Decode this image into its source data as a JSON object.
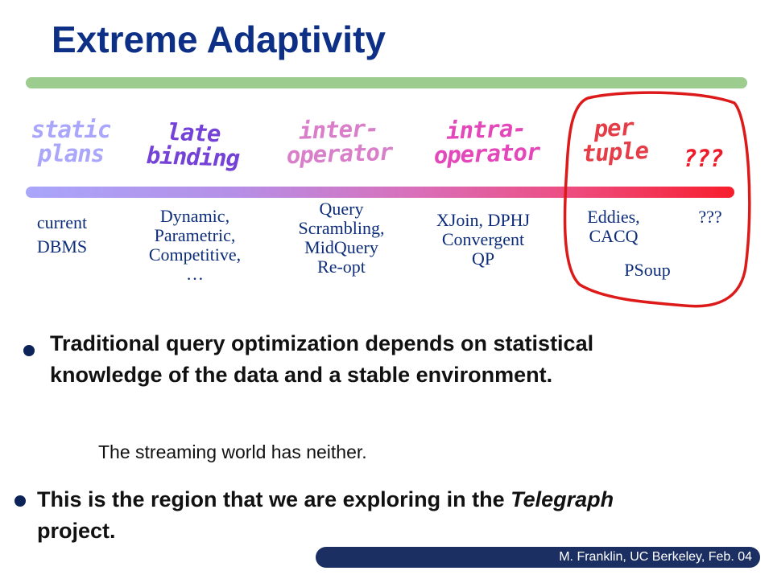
{
  "title": "Extreme Adaptivity",
  "categories": [
    {
      "label": "static\nplans",
      "color": "#a9a6fb"
    },
    {
      "label": "late\nbinding",
      "color": "#7442d6"
    },
    {
      "label": "inter-\noperator",
      "color": "#d97ec9"
    },
    {
      "label": "intra-\noperator",
      "color": "#e447b9"
    },
    {
      "label": "per\ntuple",
      "color": "#e53d48"
    },
    {
      "label": "???",
      "color": "#ee1b2a"
    }
  ],
  "examples": [
    "current\nDBMS",
    "Dynamic,\nParametric,\nCompetitive,\n…",
    "Query\nScrambling,\nMidQuery\nRe-opt",
    "XJoin, DPHJ\nConvergent\nQP",
    "Eddies,\nCACQ",
    "PSoup",
    "???"
  ],
  "bullets": {
    "b1": "Traditional query optimization depends on statistical knowledge of the data and a stable environment.",
    "b1_sub": "The streaming world has neither.",
    "b2_pre": "This is the region that we are exploring in the ",
    "b2_em": "Telegraph",
    "b2_post": " project."
  },
  "footer": "M. Franklin, UC Berkeley,  Feb. 04",
  "colors": {
    "title": "#0d2f86",
    "example_text": "#0d2d7a",
    "highlight_loop": "#dd1a1a"
  }
}
